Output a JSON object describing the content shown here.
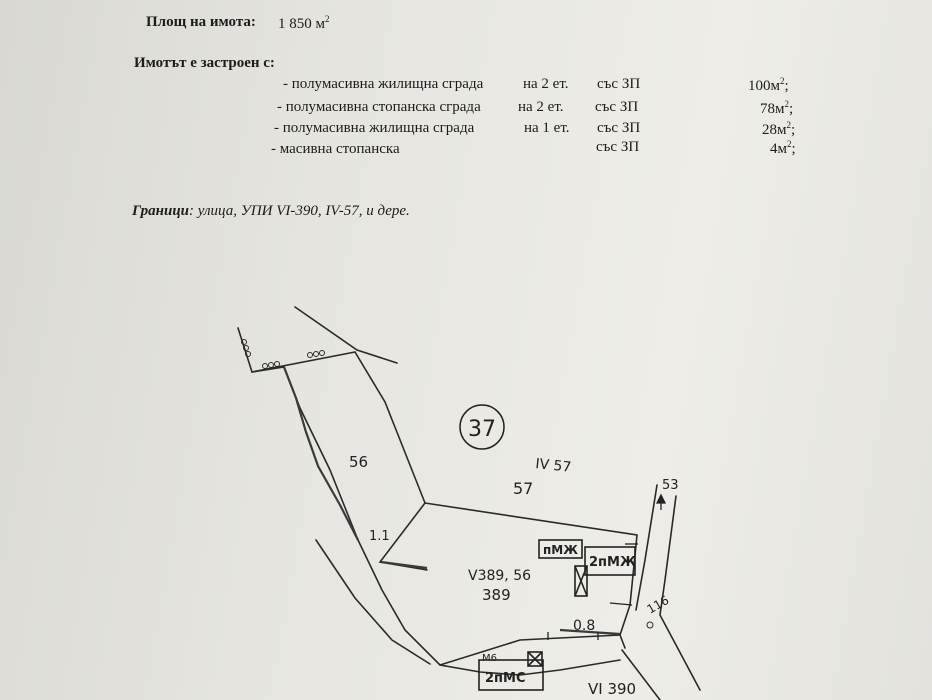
{
  "header": {
    "area_label": "Площ на имота:",
    "area_value": "1 850 м",
    "area_sup": "2"
  },
  "buildings": {
    "heading": "Имотът е застроен с:",
    "items": [
      {
        "desc": "- полумасивна жилищна сграда",
        "floors": "на 2 ет.",
        "zp": "със ЗП",
        "area": "100м",
        "sup": "2",
        "end": ";"
      },
      {
        "desc": "- полумасивна стопанска сграда",
        "floors": "на 2 ет.",
        "zp": "със ЗП",
        "area": "78м",
        "sup": "2",
        "end": ";"
      },
      {
        "desc": "- полумасивна жилищна сграда",
        "floors": "на 1 ет.",
        "zp": "със ЗП",
        "area": "28м",
        "sup": "2",
        "end": ";"
      },
      {
        "desc": "- масивна стопанска",
        "floors": "",
        "zp": "със ЗП",
        "area": "4м",
        "sup": "2",
        "end": ";"
      }
    ]
  },
  "borders": {
    "label": "Граници",
    "text": ": улица, УПИ VI-390, IV-57, и дере."
  },
  "sketch": {
    "circle_number": "37",
    "labels": {
      "p56": "56",
      "p57": "57",
      "iv57": "IV 57",
      "v389": "V389, 56",
      "p389": "389",
      "p53": "53",
      "p116": "116",
      "dim11": "1.1",
      "dim08": "0.8",
      "vi390": "VI 390",
      "m6": "M6",
      "pmzh": "пМЖ",
      "pmzh2": "2пМЖ",
      "pms2": "2пМС"
    }
  }
}
